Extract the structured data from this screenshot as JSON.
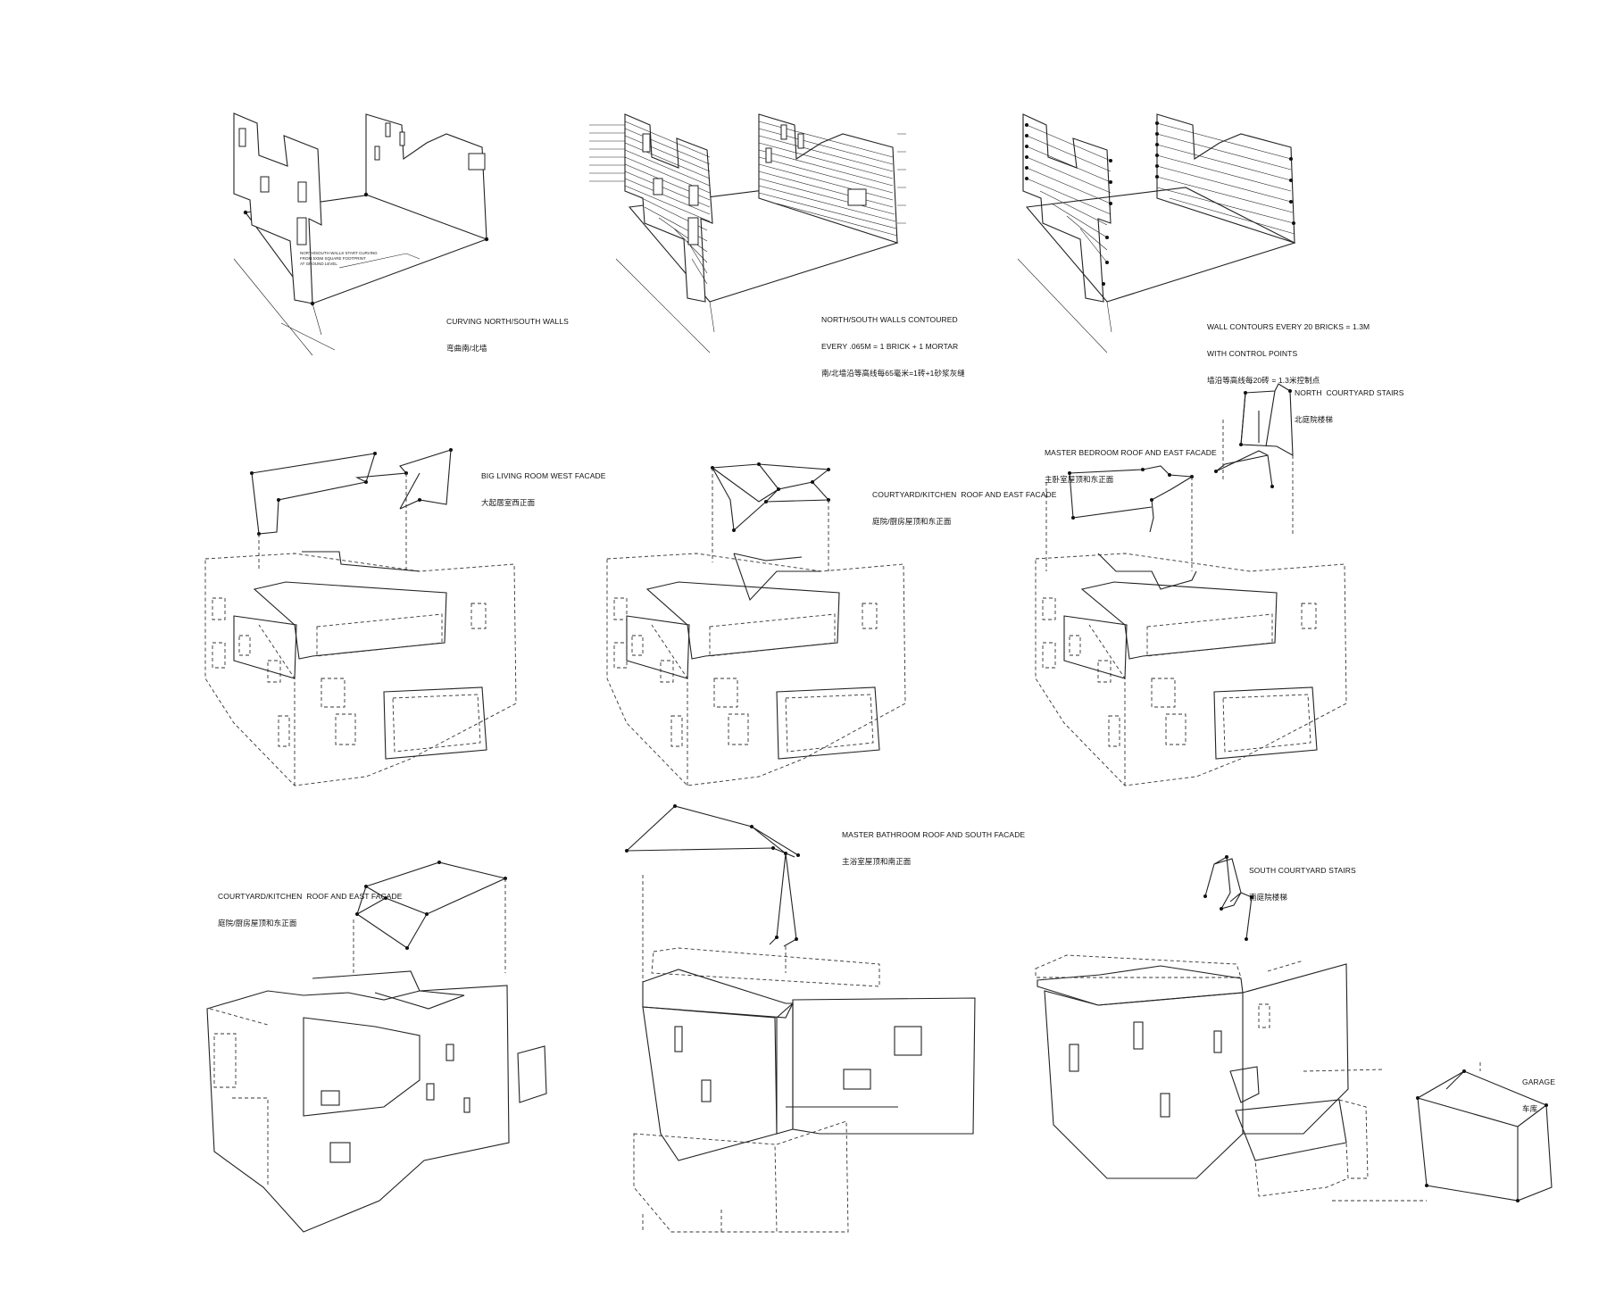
{
  "captions": {
    "p1": [
      "CURVING NORTH/SOUTH WALLS",
      "弯曲南/北墙"
    ],
    "p2": [
      "NORTH/SOUTH WALLS CONTOURED",
      "EVERY .065M = 1 BRICK + 1 MORTAR",
      "南/北墙沿等高线每65毫米=1砖+1砂浆灰缝"
    ],
    "p3": [
      "WALL CONTOURS EVERY 20 BRICKS = 1.3M",
      "WITH CONTROL POINTS",
      "墙沿等高线每20砖 = 1.3米控制点"
    ],
    "p4": [
      "BIG LIVING ROOM WEST FACADE",
      "大起居室西正面"
    ],
    "p5": [
      "COURTYARD/KITCHEN  ROOF AND EAST FACADE",
      "庭院/厨房屋顶和东正面"
    ],
    "p6a": [
      "MASTER BEDROOM ROOF AND EAST FACADE",
      "主卧室屋顶和东正面"
    ],
    "p6b": [
      "NORTH  COURTYARD STAIRS",
      "北庭院楼梯"
    ],
    "p7": [
      "COURTYARD/KITCHEN  ROOF AND EAST FACADE",
      "庭院/厨房屋顶和东正面"
    ],
    "p8": [
      "MASTER BATHROOM ROOF AND SOUTH FACADE",
      "主浴室屋顶和南正面"
    ],
    "p9a": [
      "SOUTH COURTYARD STAIRS",
      "南庭院楼梯"
    ],
    "p9b": [
      "GARAGE",
      "车库"
    ]
  }
}
